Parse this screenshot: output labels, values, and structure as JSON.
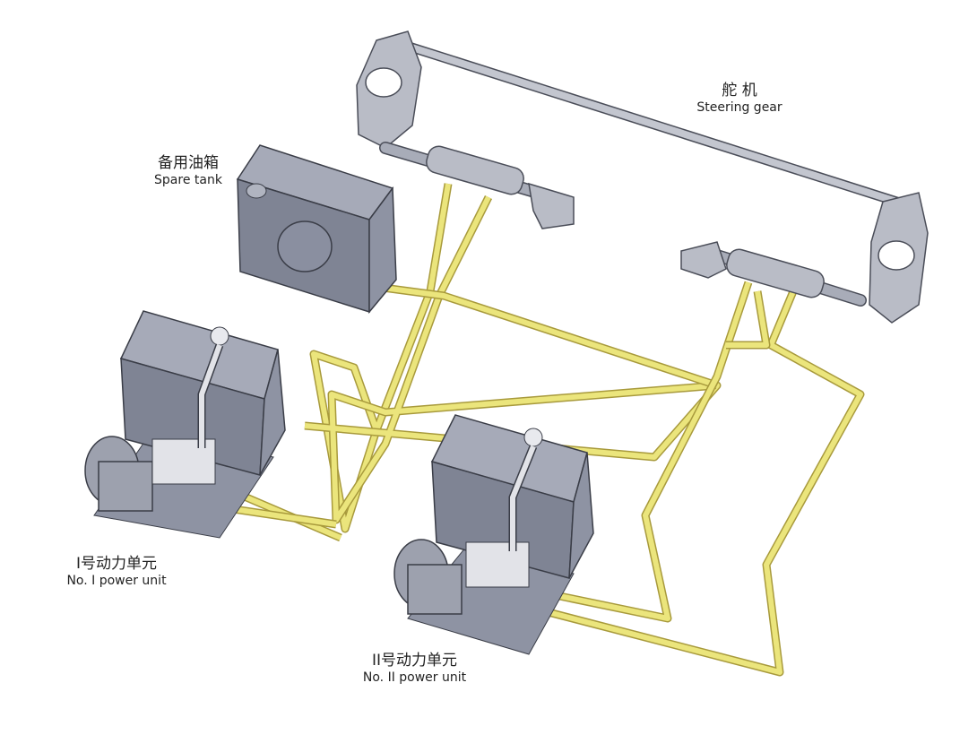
{
  "labels": {
    "steering_gear": {
      "zh": "舵 机",
      "en": "Steering gear"
    },
    "spare_tank": {
      "zh": "备用油箱",
      "en": "Spare tank"
    },
    "power_unit_1": {
      "zh": "I号动力单元",
      "en": "No. I power unit"
    },
    "power_unit_2": {
      "zh": "II号动力单元",
      "en": "No. II power unit"
    }
  },
  "colors": {
    "pipe": "#ebe57c",
    "tank": "#7f8494",
    "steel": "#b9bcc6"
  }
}
